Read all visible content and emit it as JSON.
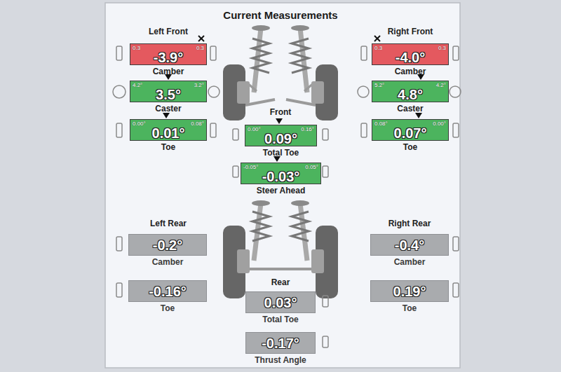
{
  "diagram": {
    "title": "Current Measurements",
    "nodes": [
      {
        "text": [
          "0.3",
          "0.3",
          "-3.9°",
          "Camber"
        ]
      },
      {
        "text": [
          "4.2°",
          "3.2°",
          "3.5°",
          "Caster"
        ]
      },
      {
        "text": [
          "0.00°",
          "0.08°",
          "0.01°",
          "Toe"
        ]
      },
      {
        "text": [
          "0.3",
          "0.3",
          "-4.0°",
          "Camber"
        ]
      },
      {
        "text": [
          "5.2°",
          "4.2°",
          "4.8°",
          "Caster"
        ]
      },
      {
        "text": [
          "0.08°",
          "0.00°",
          "0.07°",
          "Toe"
        ]
      },
      {
        "text": [
          "0.00°",
          "0.16°",
          "0.09°",
          "Total Toe"
        ]
      },
      {
        "text": [
          "-0.05°",
          "0.05°",
          "-0.03°",
          "Steer Ahead"
        ]
      },
      {
        "text": [
          "-0.2°",
          "Camber"
        ]
      },
      {
        "text": [
          "-0.16°",
          "Toe"
        ]
      },
      {
        "text": [
          "-0.4°",
          "Camber"
        ]
      },
      {
        "text": [
          "0.19°",
          "Toe"
        ]
      },
      {
        "text": [
          "0.03°",
          "Total Toe"
        ]
      },
      {
        "text": [
          "-0.17°",
          "Thrust Angle"
        ]
      }
    ],
    "labels": [
      "Left Front",
      "Right Front",
      "Front",
      "Left Rear",
      "Right Rear",
      "Rear"
    ]
  }
}
